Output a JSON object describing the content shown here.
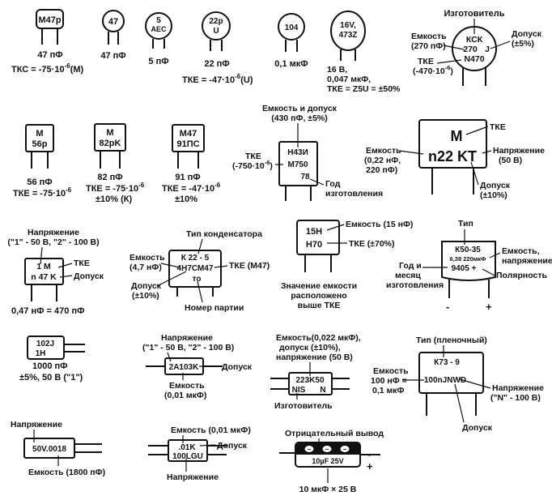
{
  "c1": {
    "marking": "M47p",
    "value": "47 пФ",
    "tke": "ТКС = -75·10",
    "tke_exp": "-6",
    "tke_suffix": "(М)"
  },
  "c2": {
    "marking": "47",
    "value": "47 пФ"
  },
  "c3": {
    "marking1": "5",
    "marking2": "AEC",
    "value": "5 пФ"
  },
  "c4": {
    "marking1": "22p",
    "marking2": "U",
    "value": "22 пФ",
    "tke": "ТКЕ = -47·10",
    "tke_exp": "-6",
    "tke_suffix": "(U)"
  },
  "c5": {
    "marking": "104",
    "value": "0,1 мкФ"
  },
  "c6": {
    "marking1": "16V,",
    "marking2": "473Z",
    "line1": "16 В,",
    "line2": "0,047 мкФ,",
    "line3": "ТКЕ = Z5U = ±50%"
  },
  "c7": {
    "mk1": "КСК",
    "mk2": "270",
    "mk3": "J",
    "mk4": "N470",
    "maker": "Изготовитель",
    "cap1": "Емкость",
    "cap2": "(270 пФ)",
    "tol1": "Допуск",
    "tol2": "(±5%)",
    "tke1": "ТКЕ",
    "tke2": "(-470·10",
    "tke_exp": "-6",
    "tke_close": ")"
  },
  "c8": {
    "mk1": "M",
    "mk2": "56p",
    "value": "56 пФ",
    "tke": "ТКЕ = -75·10",
    "tke_exp": "-6"
  },
  "c9": {
    "mk1": "M",
    "mk2": "82pK",
    "value": "82 пФ",
    "tke": "ТКЕ = -75·10",
    "tke_exp": "-6",
    "tol": "±10% (К)"
  },
  "c10": {
    "mk1": "M47",
    "mk2": "91ПС",
    "value": "91 пФ",
    "tke": "ТКЕ = -47·10",
    "tke_exp": "-6",
    "tol": "±10%"
  },
  "c11": {
    "mk1": "Н43И",
    "mk2": "М750",
    "mk3": "78",
    "top1": "Емкость и допуск",
    "top2": "(430 пФ, ±5%)",
    "tke1": "ТКЕ",
    "tke2": "(-750·10",
    "tke_exp": "-6",
    "tke_close": ")",
    "year1": "Год",
    "year2": "изготовления"
  },
  "c12": {
    "mk1": "M",
    "mk2": "n22 KT",
    "tke": "ТКЕ",
    "volt1": "Напряжение",
    "volt2": "(50 В)",
    "cap1": "Емкость",
    "cap2": "(0,22 нФ,",
    "cap3": "220 пФ)",
    "tol1": "Допуск",
    "tol2": "(±10%)"
  },
  "c13": {
    "mk1": "1 M",
    "mk2": "n 47 K",
    "v1": "Напряжение",
    "v2": "(\"1\" - 50 В, \"2\" - 100 В)",
    "tke": "ТКЕ",
    "tol": "Допуск",
    "value": "0,47 нФ = 470 пФ"
  },
  "c14": {
    "mk1": "К 22 - 5",
    "mk2": "4Н7СМ47",
    "mk3": "то",
    "type": "Тип конденсатора",
    "cap1": "Емкость",
    "cap2": "(4,7 нФ)",
    "tke": "ТКЕ (М47)",
    "tol1": "Допуск",
    "tol2": "(±10%)",
    "batch": "Номер партии"
  },
  "c15": {
    "mk1": "15Н",
    "mk2": "Н70",
    "cap": "Емкость (15 нФ)",
    "tke": "ТКЕ (±70%)",
    "n1": "Значение емкости",
    "n2": "расположено",
    "n3": "выше ТКЕ"
  },
  "c16": {
    "mk1": "К50-35",
    "mk2": "6,38 220мкФ",
    "mk3": "9405 +",
    "type": "Тип",
    "cap1": "Емкость,",
    "cap2": "напряжение",
    "year1": "Год и",
    "year2": "месяц",
    "year3": "изготовления",
    "pol": "Полярность",
    "minus": "-",
    "plus": "+"
  },
  "c17": {
    "mk1": "102J",
    "mk2": "1H",
    "value": "1000 пФ",
    "tol": "±5%, 50 В (\"1\")"
  },
  "c18": {
    "mk": "2A103K",
    "v1": "Напряжение",
    "v2": "(\"1\" - 50 В, \"2\" - 100 В)",
    "tol": "Допуск",
    "cap1": "Емкость",
    "cap2": "(0,01 мкФ)"
  },
  "c19": {
    "mk1": "223K50",
    "mk2": "NIS",
    "mk3": "N",
    "top1": "Емкость(0,022 мкФ),",
    "top2": "допуск (±10%),",
    "top3": "напряжение (50 В)",
    "maker": "Изготовитель"
  },
  "c20": {
    "mk1": "К73 - 9",
    "mk2": "100nJNWD",
    "type": "Тип (пленочный)",
    "cap1": "Емкость",
    "cap2": "100 нФ =",
    "cap3": "0,1 мкФ",
    "volt1": "Напряжение",
    "volt2": "(\"N\" - 100 В)",
    "tol": "Допуск"
  },
  "c21": {
    "mk": "50V.0018",
    "volt": "Напряжение",
    "cap": "Емкость (1800 пФ)"
  },
  "c22": {
    "mk1": ".01K",
    "mk2": "100LGU",
    "cap": "Емкость (0,01 мкФ)",
    "tol": "Допуск",
    "volt": "Напряжение"
  },
  "c23": {
    "mk": "10µF 25V",
    "neg": "Отрицательный вывод",
    "minus": "-",
    "plus": "+",
    "value": "10 мкФ × 25 В"
  }
}
